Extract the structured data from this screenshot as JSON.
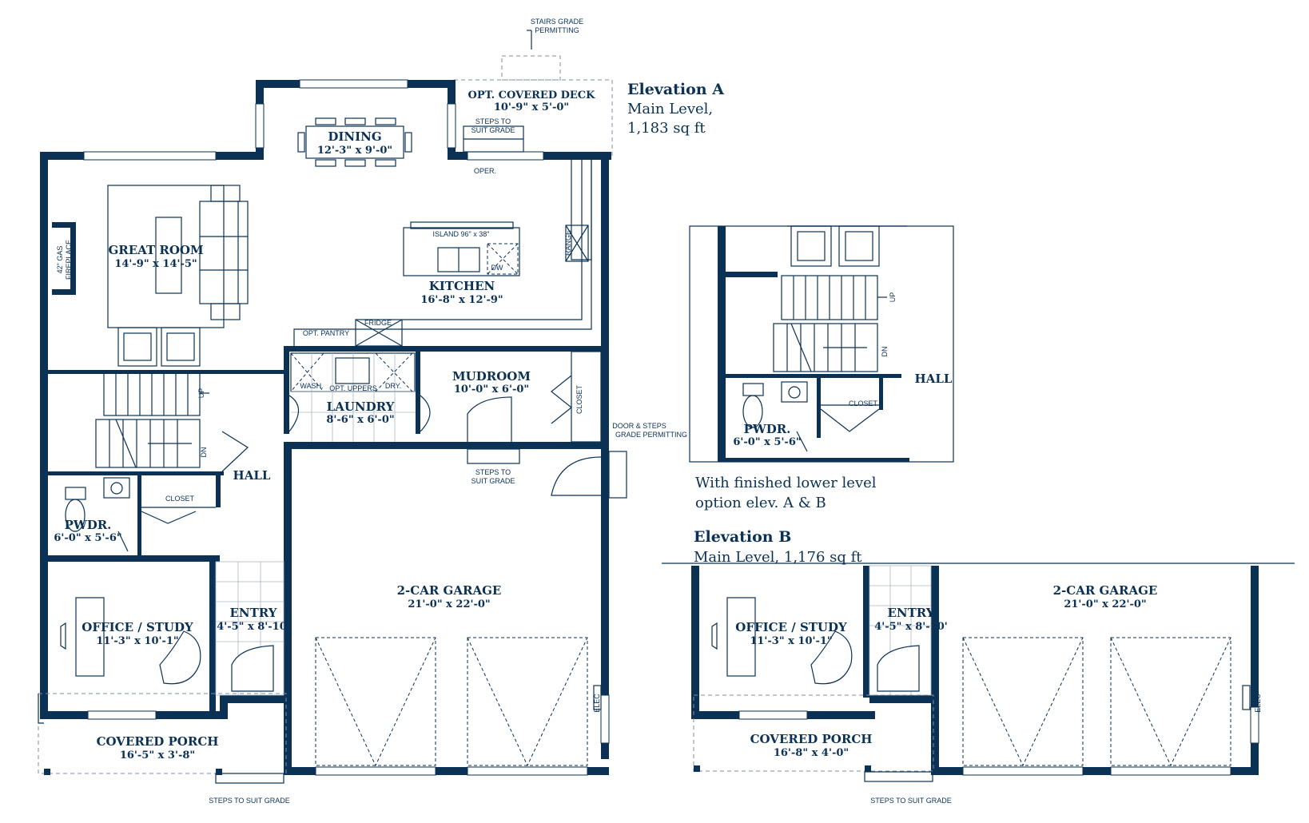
{
  "elevation_a": {
    "title": "Elevation A",
    "level": "Main Level,",
    "area": "1,183 sq ft"
  },
  "elevation_b": {
    "title": "Elevation B",
    "subtitle": "Main Level, 1,176 sq ft"
  },
  "lower_level_option": {
    "line1": "With finished lower level",
    "line2": "option elev. A & B"
  },
  "rooms": {
    "opt_covered_deck": {
      "name": "OPT. COVERED DECK",
      "dim": "10'-9\" x 5'-0\""
    },
    "dining": {
      "name": "DINING",
      "dim": "12'-3\" x 9'-0\""
    },
    "great_room": {
      "name": "GREAT ROOM",
      "dim": "14'-9\" x 14'-5\""
    },
    "kitchen": {
      "name": "KITCHEN",
      "dim": "16'-8\" x 12'-9\""
    },
    "mudroom": {
      "name": "MUDROOM",
      "dim": "10'-0\" x 6'-0\""
    },
    "laundry": {
      "name": "LAUNDRY",
      "dim": "8'-6\" x 6'-0\""
    },
    "hall": {
      "name": "HALL"
    },
    "pwdr": {
      "name": "PWDR.",
      "dim": "6'-0\" x 5'-6\""
    },
    "office": {
      "name": "OFFICE / STUDY",
      "dim": "11'-3\" x 10'-1\""
    },
    "entry": {
      "name": "ENTRY",
      "dim": "4'-5\" x 8'-10'"
    },
    "garage": {
      "name": "2-CAR GARAGE",
      "dim": "21'-0\" x 22'-0\""
    },
    "covered_porch_a": {
      "name": "COVERED PORCH",
      "dim": "16'-5\" x 3'-8\""
    }
  },
  "rooms_b": {
    "office": {
      "name": "OFFICE / STUDY",
      "dim": "11'-3\" x 10'-1\""
    },
    "entry": {
      "name": "ENTRY",
      "dim": "4'-5\" x 8'-10'"
    },
    "garage": {
      "name": "2-CAR GARAGE",
      "dim": "21'-0\" x 22'-0\""
    },
    "covered_porch": {
      "name": "COVERED PORCH",
      "dim": "16'-8\" x 4'-0\""
    }
  },
  "rooms_inset": {
    "hall": {
      "name": "HALL"
    },
    "pwdr": {
      "name": "PWDR.",
      "dim": "6'-0\" x 5'-6\""
    },
    "closet": "CLOSET"
  },
  "notes": {
    "stairs_grade_1": "STAIRS GRADE",
    "stairs_grade_2": "PERMITTING",
    "steps_suit_1": "STEPS TO",
    "steps_suit_2": "SUIT GRADE",
    "oper": "OPER.",
    "island": "ISLAND 96\" x 38\"",
    "dw": "DW",
    "range": "RANGE",
    "fridge": "FRIDGE",
    "opt_pantry": "OPT. PANTRY",
    "fireplace_1": "42\" GAS",
    "fireplace_2": "FIREPLACE",
    "wash": "WASH.",
    "opt_uppers": "OPT. UPPERS",
    "dry": "DRY.",
    "closet": "CLOSET",
    "up": "UP",
    "dn": "DN",
    "door_steps_1": "DOOR & STEPS",
    "door_steps_2": "GRADE PERMITTING",
    "garage_steps_1": "STEPS TO",
    "garage_steps_2": "SUIT GRADE",
    "elec": "ELEC",
    "steps_to_suit_grade": "STEPS TO SUIT GRADE"
  },
  "colors": {
    "ink": "#0b3155",
    "background": "#ffffff"
  }
}
